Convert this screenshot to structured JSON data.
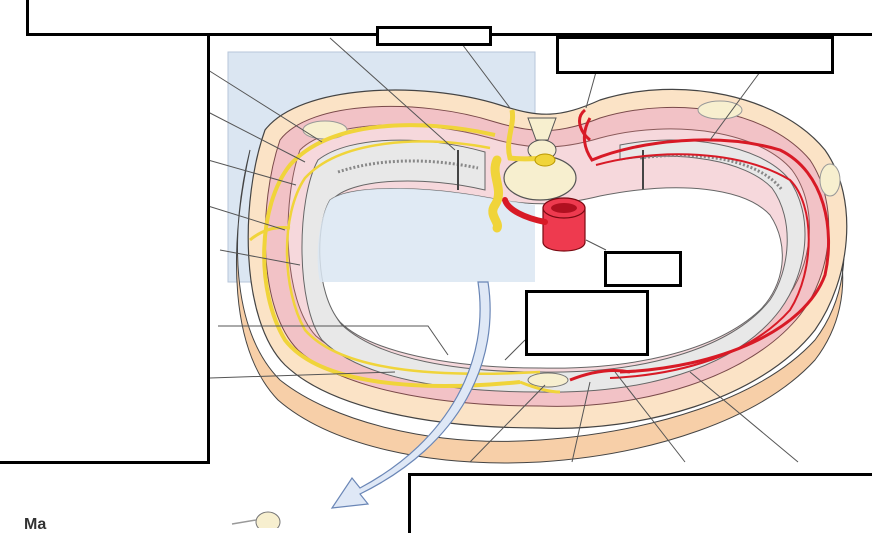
{
  "figure": {
    "colors": {
      "nerve": "#f0d43a",
      "nerve_dark": "#c9a800",
      "artery": "#d81a26",
      "aorta": "#ee3a4f",
      "skin": "#fbe3c6",
      "muscle": "#f2c2c6",
      "inner_wall": "#f6d8dc",
      "rib": "#e8e8e8",
      "vertebra": "#f7efcf",
      "inset": "#dbe6f2",
      "arrow": "#dfe8f6",
      "leader": "#555555"
    },
    "label_boxes": [
      "top-banner-box",
      "left-panel-box",
      "posterior-small-box",
      "posterior-right-box",
      "aorta-box",
      "anterior-box",
      "bottom-right-box"
    ],
    "bottom_fragment": "Ma            "
  }
}
